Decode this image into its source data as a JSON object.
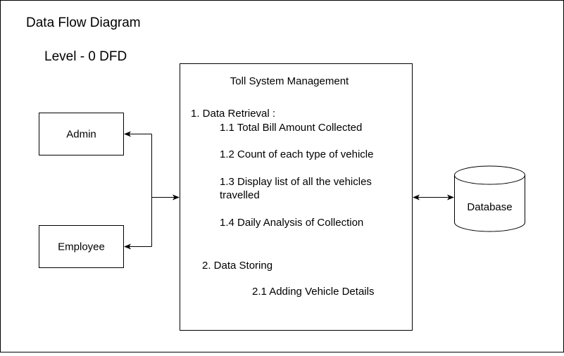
{
  "diagram": {
    "title": "Data Flow Diagram",
    "level": "Level - 0 DFD",
    "entities": {
      "admin": "Admin",
      "employee": "Employee"
    },
    "process": {
      "title": "Toll System Management",
      "sections": [
        {
          "heading": "1. Data Retrieval :",
          "items": [
            "1.1 Total Bill Amount Collected",
            "1.2 Count of each type of vehicle",
            "1.3 Display list of all the vehicles",
            "travelled",
            "1.4 Daily Analysis of Collection"
          ]
        },
        {
          "heading": "2. Data Storing",
          "items": [
            "2.1 Adding Vehicle Details"
          ]
        }
      ]
    },
    "datastore": {
      "label": "Database"
    }
  }
}
